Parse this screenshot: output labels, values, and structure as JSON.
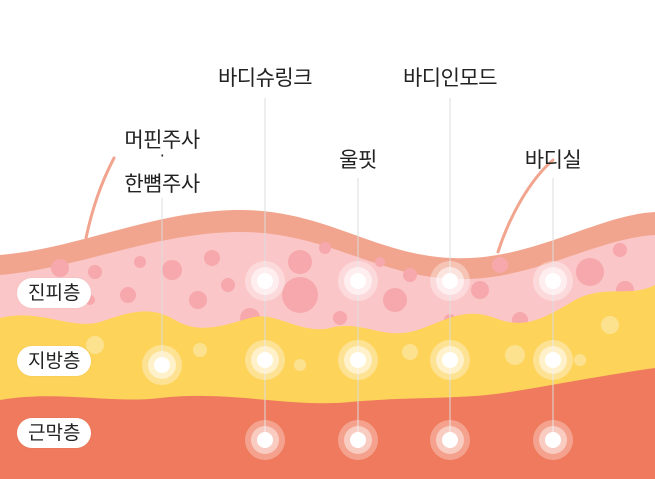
{
  "treatments": {
    "lipo_injection_line1": "머핀주사",
    "dot": "·",
    "lipo_injection_line2": "한뼘주사",
    "body_shuring": "바디슈링크",
    "ulpit": "울핏",
    "body_in_mode": "바디인모드",
    "body_sil": "바디실"
  },
  "layers": {
    "dermis": "진피층",
    "fat": "지방층",
    "muscle": "근막층"
  },
  "colors": {
    "skin_top": "#f2a58e",
    "dermis": "#fbc6c8",
    "dermis_bubble": "#f6a8ac",
    "fat": "#fdd35a",
    "muscle": "#ef7a5d",
    "connector": "#f2a58e",
    "guide": "#dcdcdc"
  }
}
